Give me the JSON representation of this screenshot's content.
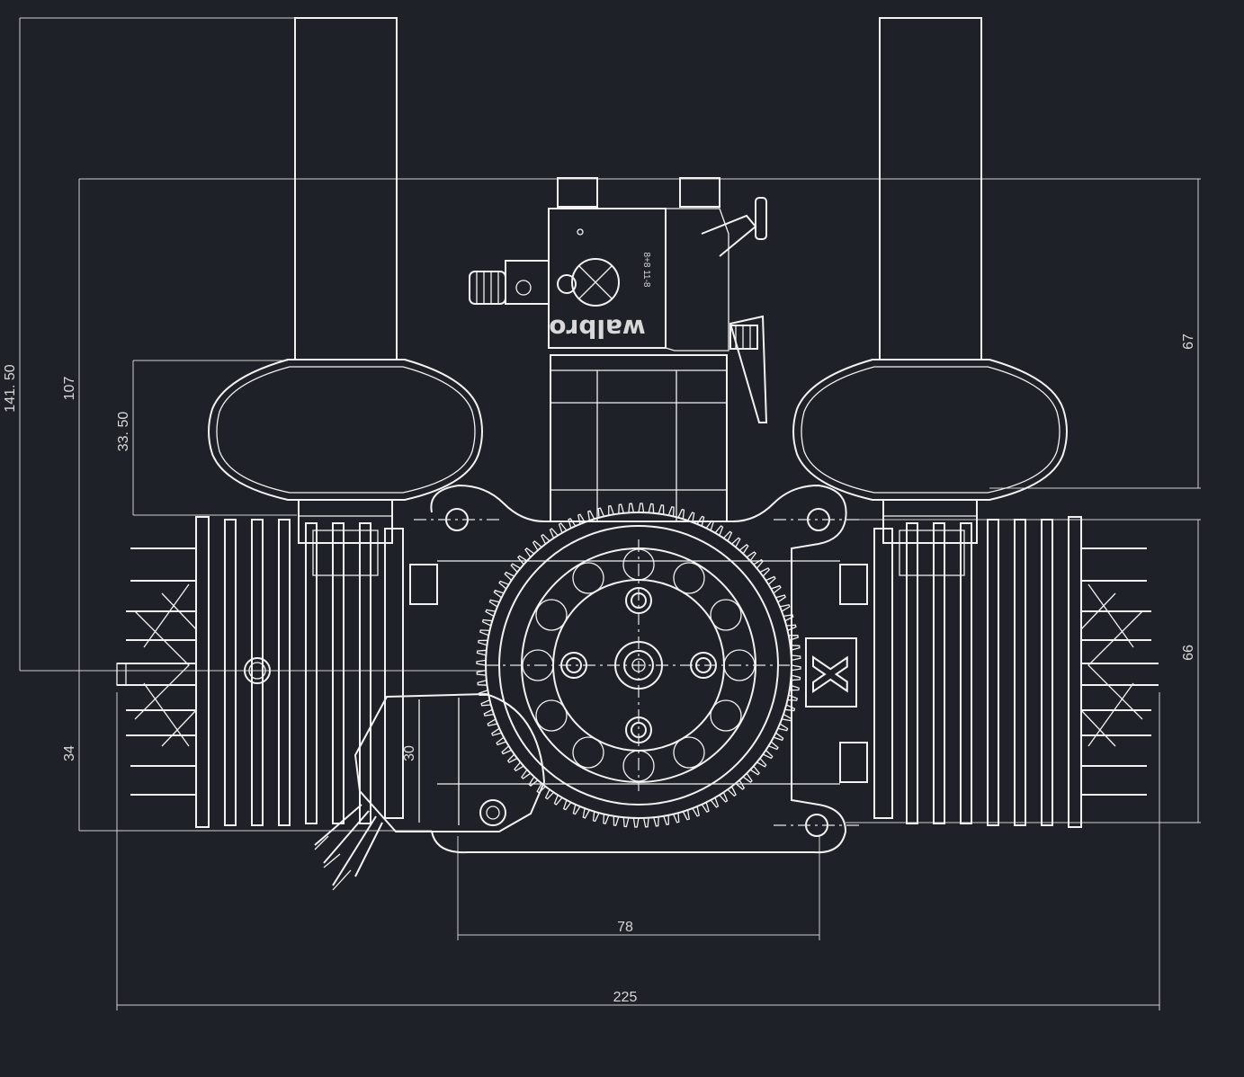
{
  "colors": {
    "background": "#1e2127",
    "lines": "#f2f2f2",
    "dimension": "#d0d0d0"
  },
  "dimensions": {
    "overall_height": "141. 50",
    "top_to_crank": "107",
    "muffler_height": "33. 50",
    "lower_height": "34",
    "carb_height": "67",
    "mount_height": "66",
    "inner_30": "30",
    "mount_spacing": "78",
    "overall_width": "225"
  },
  "labels": {
    "carburetor_brand": "walbro",
    "carb_model": "8+8 11-8",
    "logo": "X"
  }
}
